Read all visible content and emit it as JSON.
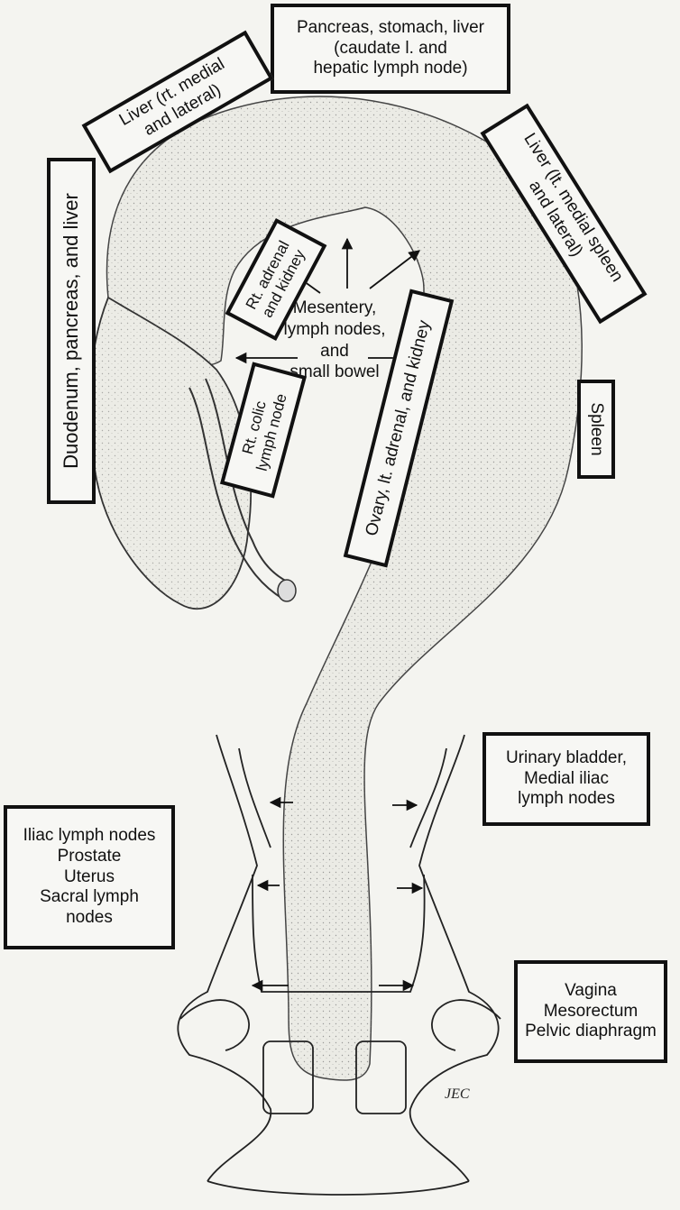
{
  "labels": {
    "pancreas_stomach_liver": {
      "line1": "Pancreas, stomach, liver",
      "line2": "(caudate l. and",
      "line3": "hepatic lymph node)"
    },
    "liver_rt": {
      "line1": "Liver (rt. medial",
      "line2": "and lateral)"
    },
    "liver_lt": {
      "line1": "Liver (lt. medial spleen",
      "line2": "and lateral)"
    },
    "duodenum": {
      "line1": "Duodenum, pancreas, and liver"
    },
    "rt_adrenal": {
      "line1": "Rt. adrenal",
      "line2": "and kidney"
    },
    "mesentery": {
      "line1": "Mesentery,",
      "line2": "lymph nodes,",
      "line3": "and",
      "line4": "small bowel"
    },
    "rt_colic": {
      "line1": "Rt. colic",
      "line2": "lymph node"
    },
    "ovary": {
      "line1": "Ovary, lt. adrenal, and kidney"
    },
    "spleen": {
      "line1": "Spleen"
    },
    "urinary": {
      "line1": "Urinary bladder,",
      "line2": "Medial iliac",
      "line3": "lymph nodes"
    },
    "iliac": {
      "line1": "Iliac lymph nodes",
      "line2": "Prostate",
      "line3": "Uterus",
      "line4": "Sacral lymph",
      "line5": "nodes"
    },
    "vagina": {
      "line1": "Vagina",
      "line2": "Mesorectum",
      "line3": "Pelvic diaphragm"
    }
  },
  "artist_initials": "JEC"
}
